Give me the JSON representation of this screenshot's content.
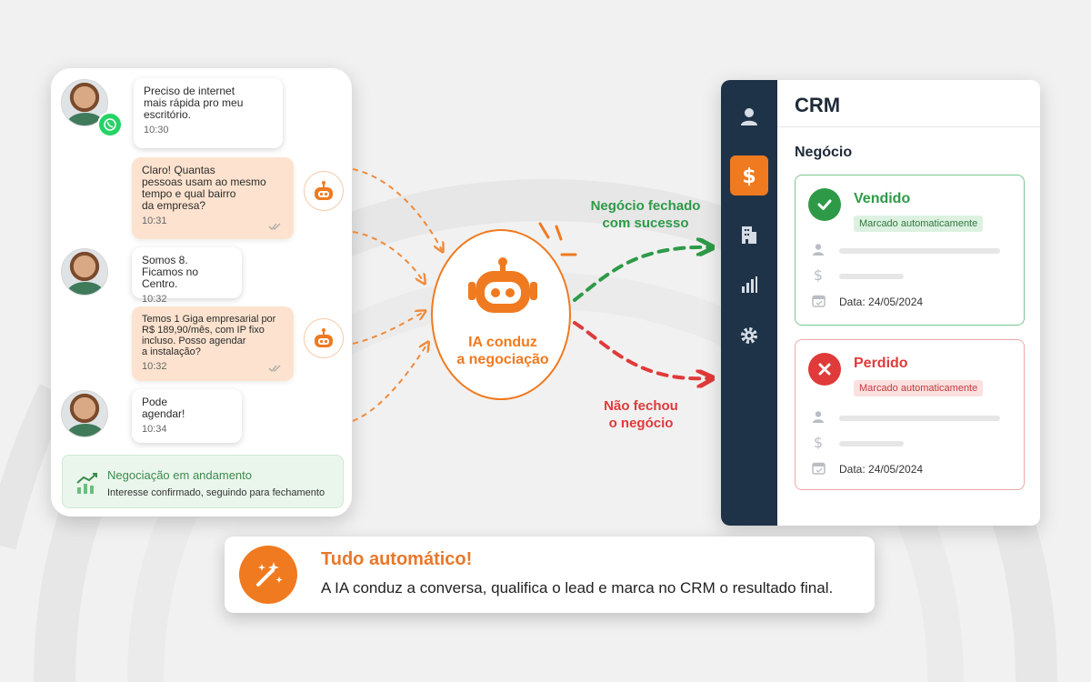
{
  "chat": {
    "messages": [
      {
        "from": "client",
        "text": "Preciso de internet\nmais rápida pro meu\nescritório.",
        "time": "10:30"
      },
      {
        "from": "bot",
        "text": "Claro! Quantas\npessoas usam ao mesmo\ntempo e qual bairro\nda empresa?",
        "time": "10:31"
      },
      {
        "from": "client",
        "text": "Somos 8.\nFicamos no Centro.",
        "time": "10:32"
      },
      {
        "from": "bot",
        "text": "Temos 1 Giga empresarial por\nR$ 189,90/mês, com IP fixo\nincluso. Posso agendar\na instalação?",
        "time": "10:32"
      },
      {
        "from": "client",
        "text": "Pode\nagendar!",
        "time": "10:34"
      }
    ],
    "status": {
      "title": "Negociação em andamento",
      "subtitle": "Interesse confirmado, seguindo para fechamento"
    }
  },
  "ai": {
    "label_line1": "IA conduz",
    "label_line2": "a negociação"
  },
  "flows": {
    "success_line1": "Negócio fechado",
    "success_line2": "com sucesso",
    "fail_line1": "Não fechou",
    "fail_line2": "o negócio"
  },
  "crm": {
    "title": "CRM",
    "section": "Negócio",
    "cards": [
      {
        "status": "Vendido",
        "badge": "Marcado automaticamente",
        "date": "Data: 24/05/2024"
      },
      {
        "status": "Perdido",
        "badge": "Marcado automaticamente",
        "date": "Data: 24/05/2024"
      }
    ]
  },
  "banner": {
    "title": "Tudo automático!",
    "text": "A IA conduz a conversa, qualifica o lead e marca no CRM o resultado final."
  },
  "colors": {
    "accent": "#f07a1f",
    "success": "#2e9a48",
    "danger": "#e03a3a",
    "crm_sidebar": "#1f3348"
  }
}
